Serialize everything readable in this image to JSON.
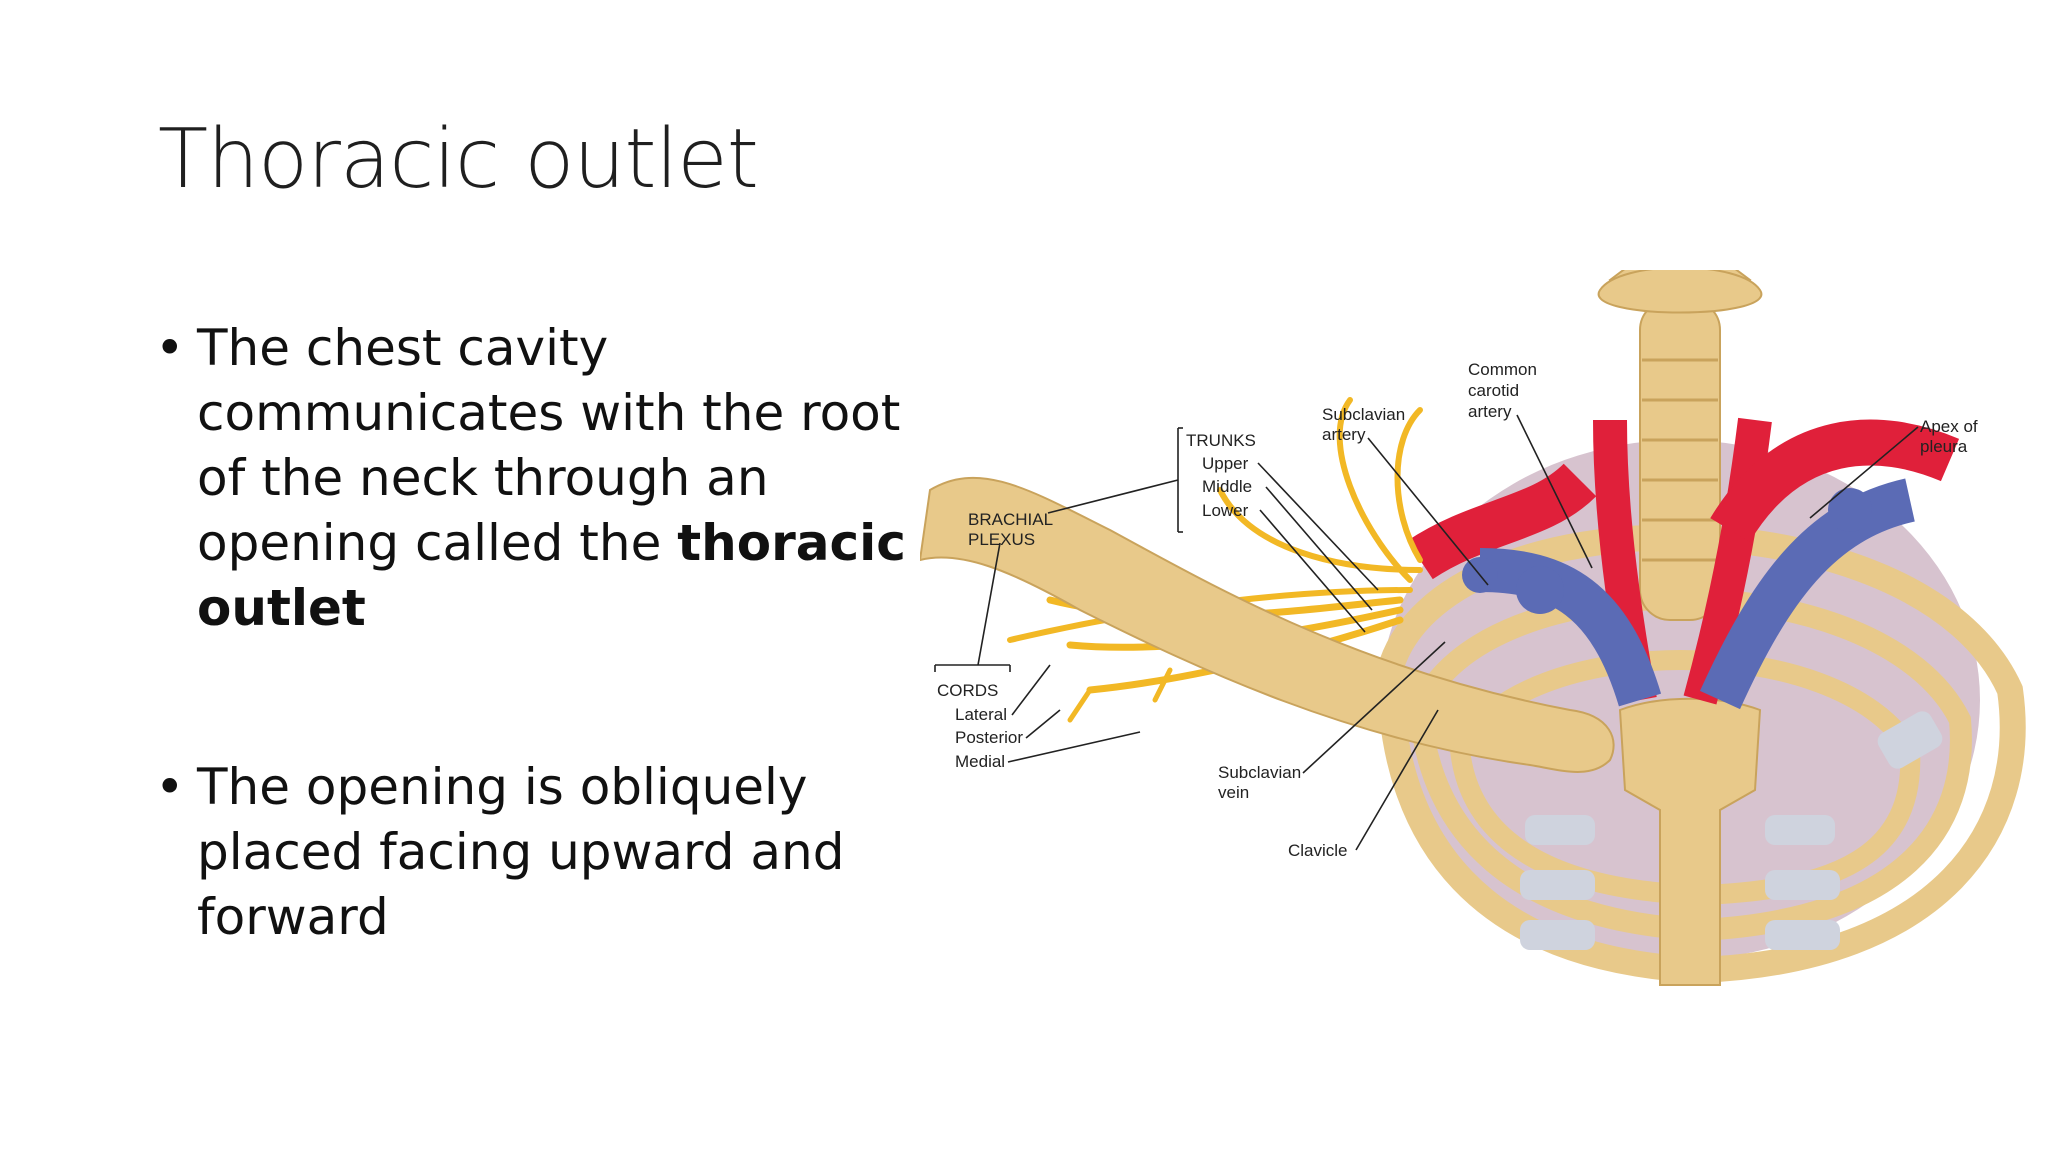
{
  "slide": {
    "title": "Thoracic outlet",
    "bullets": [
      {
        "text": "The chest cavity communicates with the root of the neck through an opening called the ",
        "bold": "thoracic outlet"
      },
      {
        "text": "The opening is obliquely placed facing upward and forward",
        "bold": ""
      }
    ]
  },
  "figure": {
    "labels": {
      "brachial_plexus": [
        "BRACHIAL",
        "PLEXUS"
      ],
      "trunks": "TRUNKS",
      "upper": "Upper",
      "middle": "Middle",
      "lower": "Lower",
      "cords": "CORDS",
      "lateral": "Lateral",
      "posterior": "Posterior",
      "medial": "Medial",
      "subclavian_artery": [
        "Subclavian",
        "artery"
      ],
      "common_carotid_artery": [
        "Common",
        "carotid",
        "artery"
      ],
      "apex_of_pleura": [
        "Apex of",
        "pleura"
      ],
      "subclavian_vein": [
        "Subclavian",
        "vein"
      ],
      "clavicle": "Clavicle"
    },
    "colors": {
      "bone": "#e8c98a",
      "bone_dark": "#c9a35c",
      "cartilage": "#cfd3de",
      "artery": "#e0203a",
      "vein": "#5b6bb5",
      "nerve": "#f2b825",
      "pleura": "#d7c3cf"
    }
  }
}
